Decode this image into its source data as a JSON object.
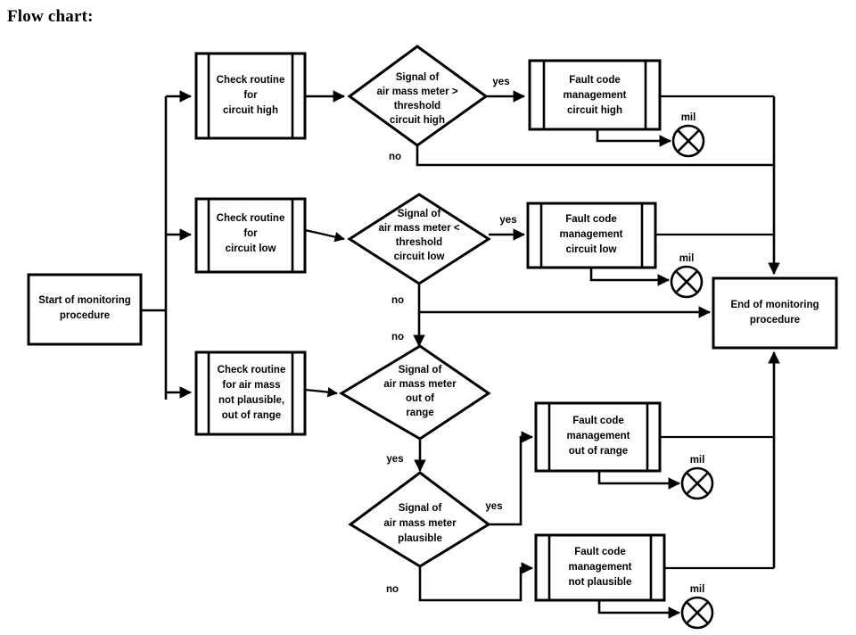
{
  "page": {
    "title": "Flow chart:"
  },
  "nodes": {
    "start": {
      "shape": "rectangle",
      "lines": [
        "Start of monitoring",
        "procedure"
      ]
    },
    "end": {
      "shape": "rectangle",
      "lines": [
        "End of monitoring",
        "procedure"
      ]
    },
    "check_high": {
      "shape": "predefined-process",
      "lines": [
        "Check routine",
        "for",
        "circuit high"
      ]
    },
    "check_low": {
      "shape": "predefined-process",
      "lines": [
        "Check routine",
        "for",
        "circuit low"
      ]
    },
    "check_plaus": {
      "shape": "predefined-process",
      "lines": [
        "Check routine",
        "for air mass",
        "not plausible,",
        "out of range"
      ]
    },
    "decision_high": {
      "shape": "diamond",
      "lines": [
        "Signal of",
        "air mass meter >",
        "threshold",
        "circuit high"
      ]
    },
    "decision_low": {
      "shape": "diamond",
      "lines": [
        "Signal of",
        "air mass meter <",
        "threshold",
        "circuit low"
      ]
    },
    "decision_range": {
      "shape": "diamond",
      "lines": [
        "Signal of",
        "air mass meter",
        "out of",
        "range"
      ]
    },
    "decision_plaus": {
      "shape": "diamond",
      "lines": [
        "Signal of",
        "air mass meter",
        "plausible"
      ]
    },
    "fault_high": {
      "shape": "predefined-process",
      "lines": [
        "Fault code",
        "management",
        "circuit high"
      ]
    },
    "fault_low": {
      "shape": "predefined-process",
      "lines": [
        "Fault code",
        "management",
        "circuit low"
      ]
    },
    "fault_range": {
      "shape": "predefined-process",
      "lines": [
        "Fault code",
        "management",
        "out of range"
      ]
    },
    "fault_plaus": {
      "shape": "predefined-process",
      "lines": [
        "Fault code",
        "management",
        "not plausible"
      ]
    }
  },
  "lamps": {
    "mil_high": {
      "label": "mil",
      "icon": "mil-lamp-icon"
    },
    "mil_low": {
      "label": "mil",
      "icon": "mil-lamp-icon"
    },
    "mil_range": {
      "label": "mil",
      "icon": "mil-lamp-icon"
    },
    "mil_plaus": {
      "label": "mil",
      "icon": "mil-lamp-icon"
    }
  },
  "edge_labels": {
    "high_yes": "yes",
    "high_no": "no",
    "low_yes": "yes",
    "low_no_1": "no",
    "low_no_2": "no",
    "range_yes": "yes",
    "plaus_yes": "yes",
    "plaus_no": "no"
  },
  "colors": {
    "stroke": "#000000",
    "fill": "#ffffff",
    "background": "#ffffff",
    "text": "#000000"
  }
}
